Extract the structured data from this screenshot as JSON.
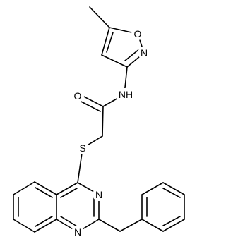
{
  "molecule": {
    "atoms": {
      "isoxazole_o": "O",
      "isoxazole_n": "N",
      "amide_n": "NH",
      "carbonyl_o": "O",
      "thioether_s": "S",
      "quinazoline_n3": "N",
      "quinazoline_n1": "N"
    }
  },
  "colors": {
    "bond": "#000000",
    "label": "#000000",
    "background": "#ffffff"
  }
}
